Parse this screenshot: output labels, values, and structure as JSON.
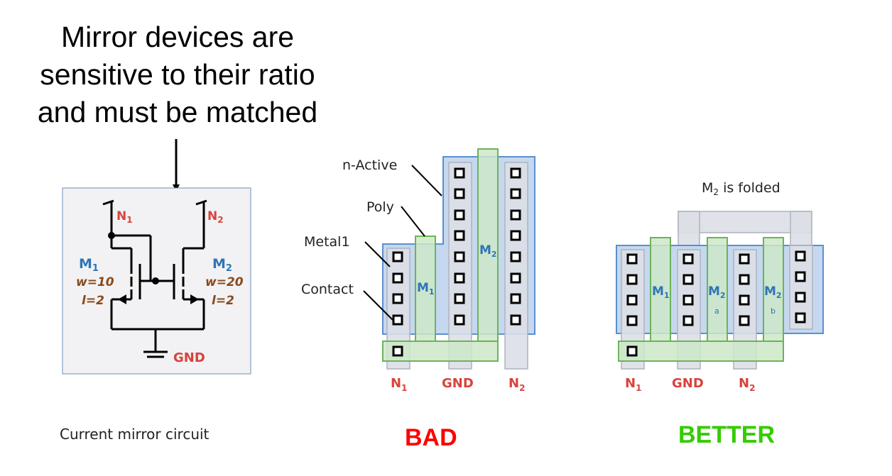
{
  "heading": {
    "line1": "Mirror devices are",
    "line2": "sensitive to their ratio",
    "line3": "and must be matched"
  },
  "schematic": {
    "caption": "Current mirror circuit",
    "m1": {
      "name": "M",
      "sub": "1",
      "w": "w=10",
      "l": "l=2"
    },
    "m2": {
      "name": "M",
      "sub": "2",
      "w": "w=20",
      "l": "l=2"
    },
    "n1": {
      "name": "N",
      "sub": "1"
    },
    "n2": {
      "name": "N",
      "sub": "2"
    },
    "gnd": "GND"
  },
  "layout_labels": {
    "n_active": "n-Active",
    "poly": "Poly",
    "metal1": "Metal1",
    "contact": "Contact",
    "folded_note": {
      "prefix": "M",
      "sub": "2",
      "suffix": " is folded"
    }
  },
  "bad": {
    "verdict": "BAD",
    "m1": {
      "name": "M",
      "sub": "1"
    },
    "m2": {
      "name": "M",
      "sub": "2"
    },
    "n1": {
      "name": "N",
      "sub": "1"
    },
    "gnd": "GND",
    "n2": {
      "name": "N",
      "sub": "2"
    }
  },
  "better": {
    "verdict": "BETTER",
    "m1": {
      "name": "M",
      "sub": "1"
    },
    "m2a": {
      "name": "M",
      "sub": "2",
      "suffix": "a"
    },
    "m2b": {
      "name": "M",
      "sub": "2",
      "suffix": "b"
    },
    "n1": {
      "name": "N",
      "sub": "1"
    },
    "gnd": "GND",
    "n2": {
      "name": "N",
      "sub": "2"
    }
  },
  "colors": {
    "n_active": "#c5d8ef",
    "n_active_stroke": "#5b8fd0",
    "poly": "#cde8c8",
    "poly_stroke": "#6cb35a",
    "metal": "#dcdfe6",
    "metal_stroke": "#aeb3bd",
    "terminal_red": "#d9433b",
    "device_blue": "#2e75b6",
    "param_brown": "#8a4a1a",
    "bad_red": "#ff0000",
    "better_green": "#33cc00"
  }
}
